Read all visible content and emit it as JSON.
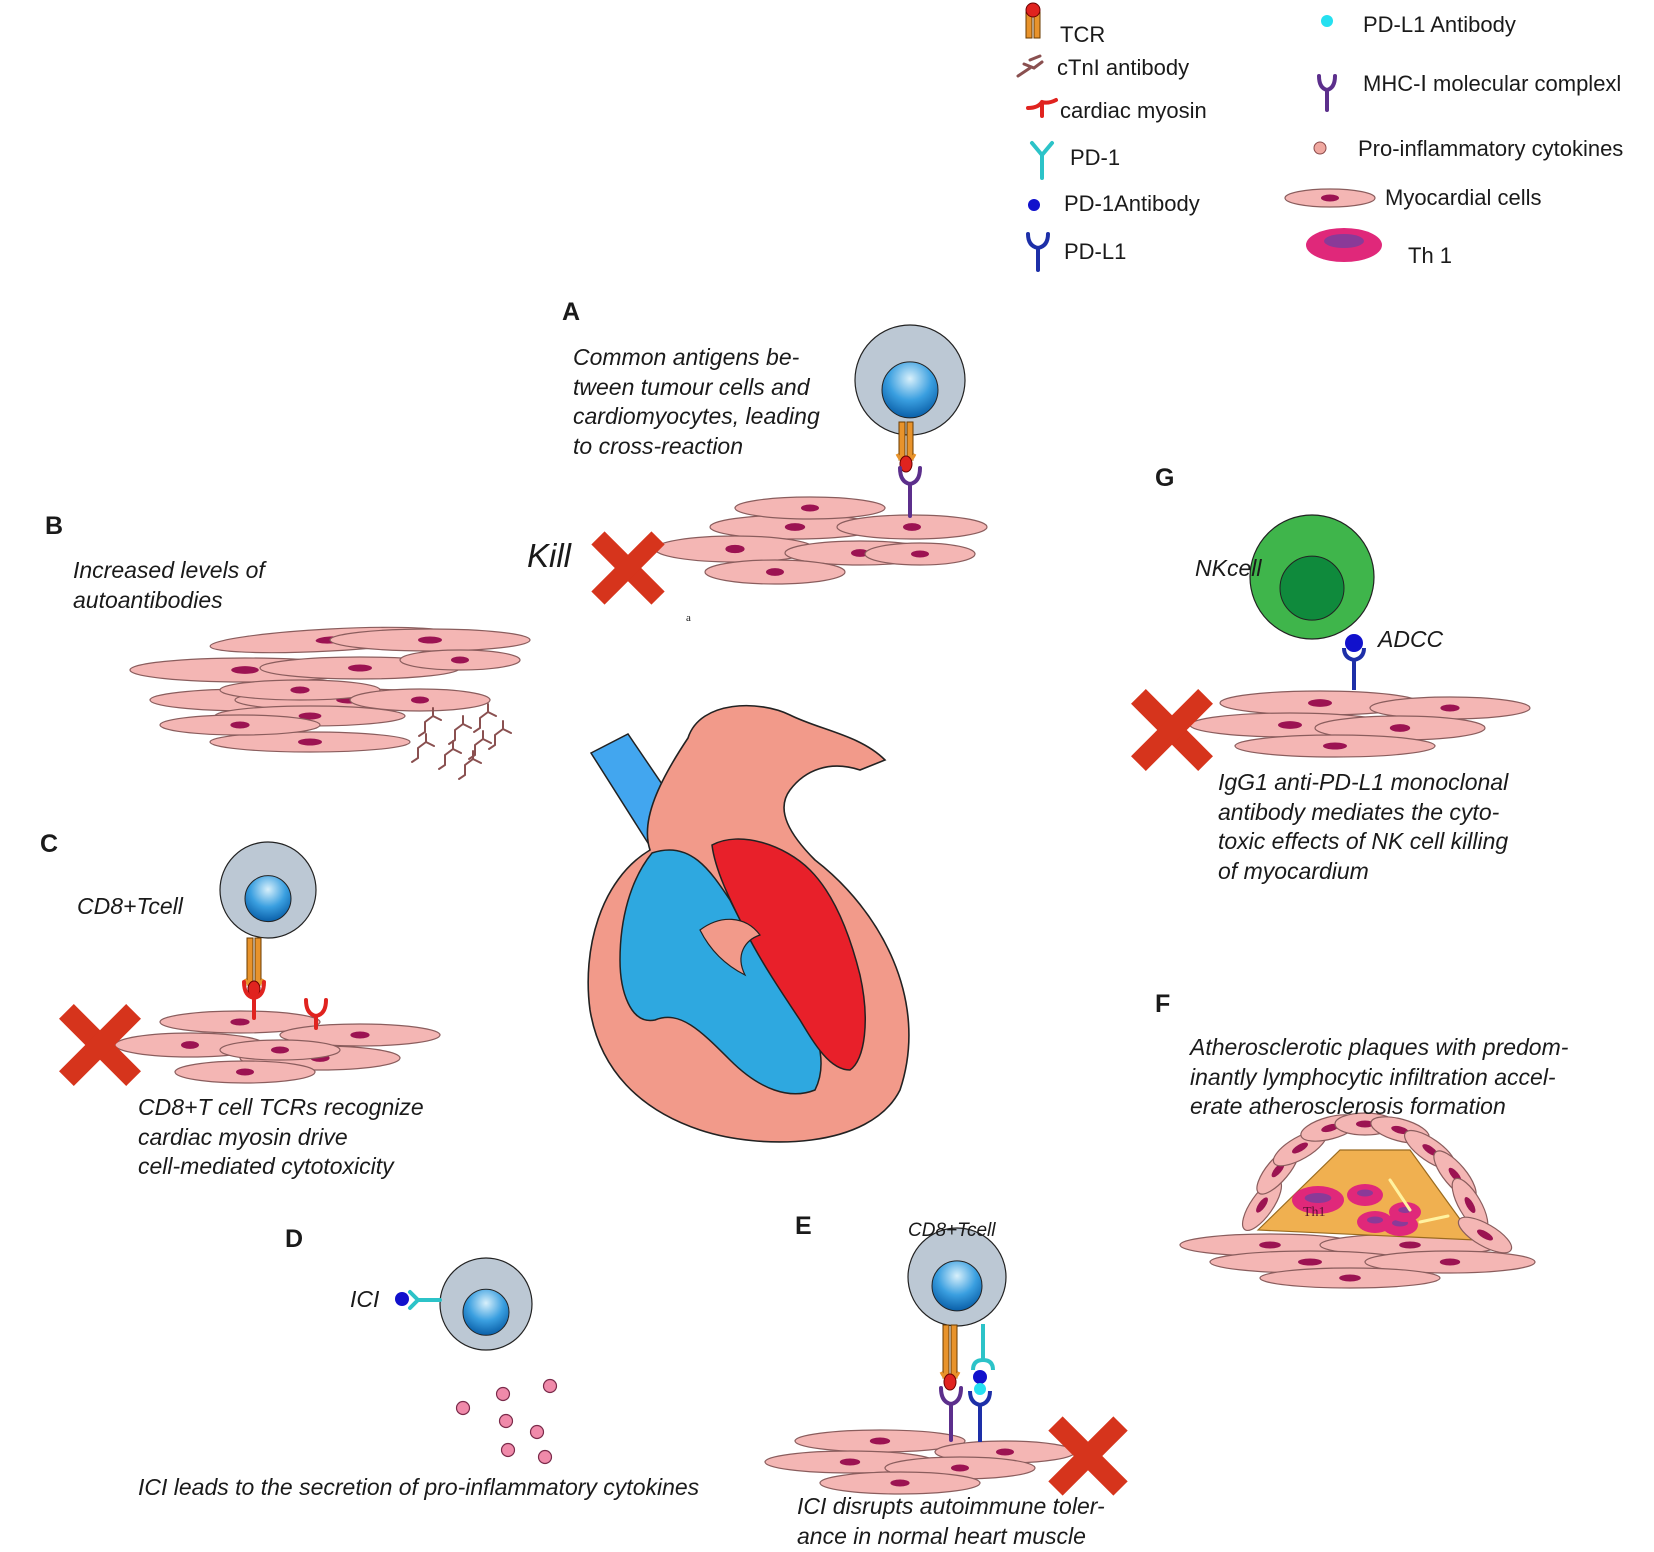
{
  "legend": {
    "tcr": "TCR",
    "ctni_antibody": "cTnI antibody",
    "cardiac_myosin": "cardiac myosin",
    "pd1": "PD-1",
    "pd1_antibody": "PD-1Antibody",
    "pdl1": "PD-L1",
    "pdl1_antibody": "PD-L1 Antibody",
    "mhc1": "MHC-Ⅰ molecular complexl",
    "cytokines": "Pro-inflammatory cytokines",
    "myocardial_cells": "Myocardial cells",
    "th1": "Th 1"
  },
  "panels": {
    "A": {
      "label": "A",
      "desc": [
        "Common antigens be-",
        "tween tumour cells and",
        "cardiomyocytes, leading",
        "to cross-reaction"
      ],
      "kill": "Kill",
      "small_mark": "a"
    },
    "B": {
      "label": "B",
      "desc": [
        "Increased levels of",
        "autoantibodies"
      ]
    },
    "C": {
      "label": "C",
      "cell_label": "CD8+Tcell",
      "desc": [
        "CD8+T cell TCRs recognize",
        "cardiac myosin drive",
        "cell-mediated cytotoxicity"
      ]
    },
    "D": {
      "label": "D",
      "ici": "ICI",
      "desc": [
        "ICI leads to the secretion of pro-inflammatory cytokines"
      ]
    },
    "E": {
      "label": "E",
      "cell_label": "CD8+Tcell",
      "desc": [
        "ICI disrupts autoimmune toler-",
        "ance in normal heart muscle"
      ]
    },
    "F": {
      "label": "F",
      "desc": [
        "Atherosclerotic plaques with predom-",
        "inantly lymphocytic infiltration accel-",
        "erate atherosclerosis formation"
      ],
      "th1_tag": "Th1"
    },
    "G": {
      "label": "G",
      "cell_label": "NKcell",
      "adcc": "ADCC",
      "desc": [
        "IgG1 anti-PD-L1 monoclonal",
        "antibody mediates the cyto-",
        "toxic effects of NK cell killing",
        "of myocardium"
      ]
    }
  },
  "colors": {
    "myocyte_fill": "#f4b6b4",
    "myocyte_nucleus": "#9c1352",
    "tcell_outer": "#bcc8d4",
    "tcell_nucleus": "#2a8ed6",
    "tcr": "#e8932b",
    "antigen": "#e0231f",
    "mhc": "#5c2f8c",
    "pd1": "#2cc3c8",
    "pd1_antibody": "#1111cc",
    "pdl1": "#1d2fa8",
    "kill_x": "#d6341c",
    "nk_outer": "#3fb54b",
    "nk_nucleus": "#0f8a3c",
    "heart_wall": "#f29a8a",
    "heart_blue": "#2ea8e0",
    "heart_red": "#e8202a",
    "aorta_blue": "#42a6ef",
    "th1": "#e0287a",
    "plaque": "#f0b050",
    "cytokine": "#f08aaa"
  }
}
